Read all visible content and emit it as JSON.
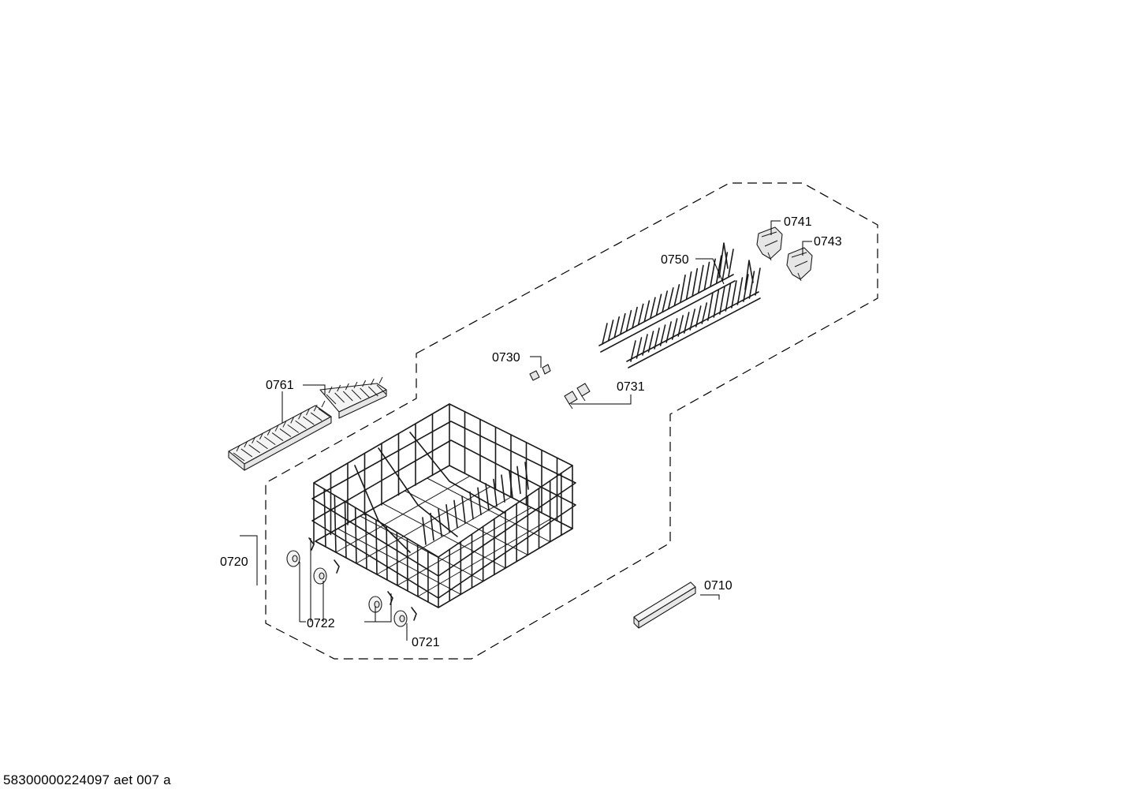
{
  "diagram": {
    "part_labels": {
      "p0710": "0710",
      "p0720": "0720",
      "p0721": "0721",
      "p0722": "0722",
      "p0730": "0730",
      "p0731": "0731",
      "p0741": "0741",
      "p0743": "0743",
      "p0750": "0750",
      "p0761": "0761"
    },
    "drawing_id": "58300000224097 aet 007 a"
  }
}
